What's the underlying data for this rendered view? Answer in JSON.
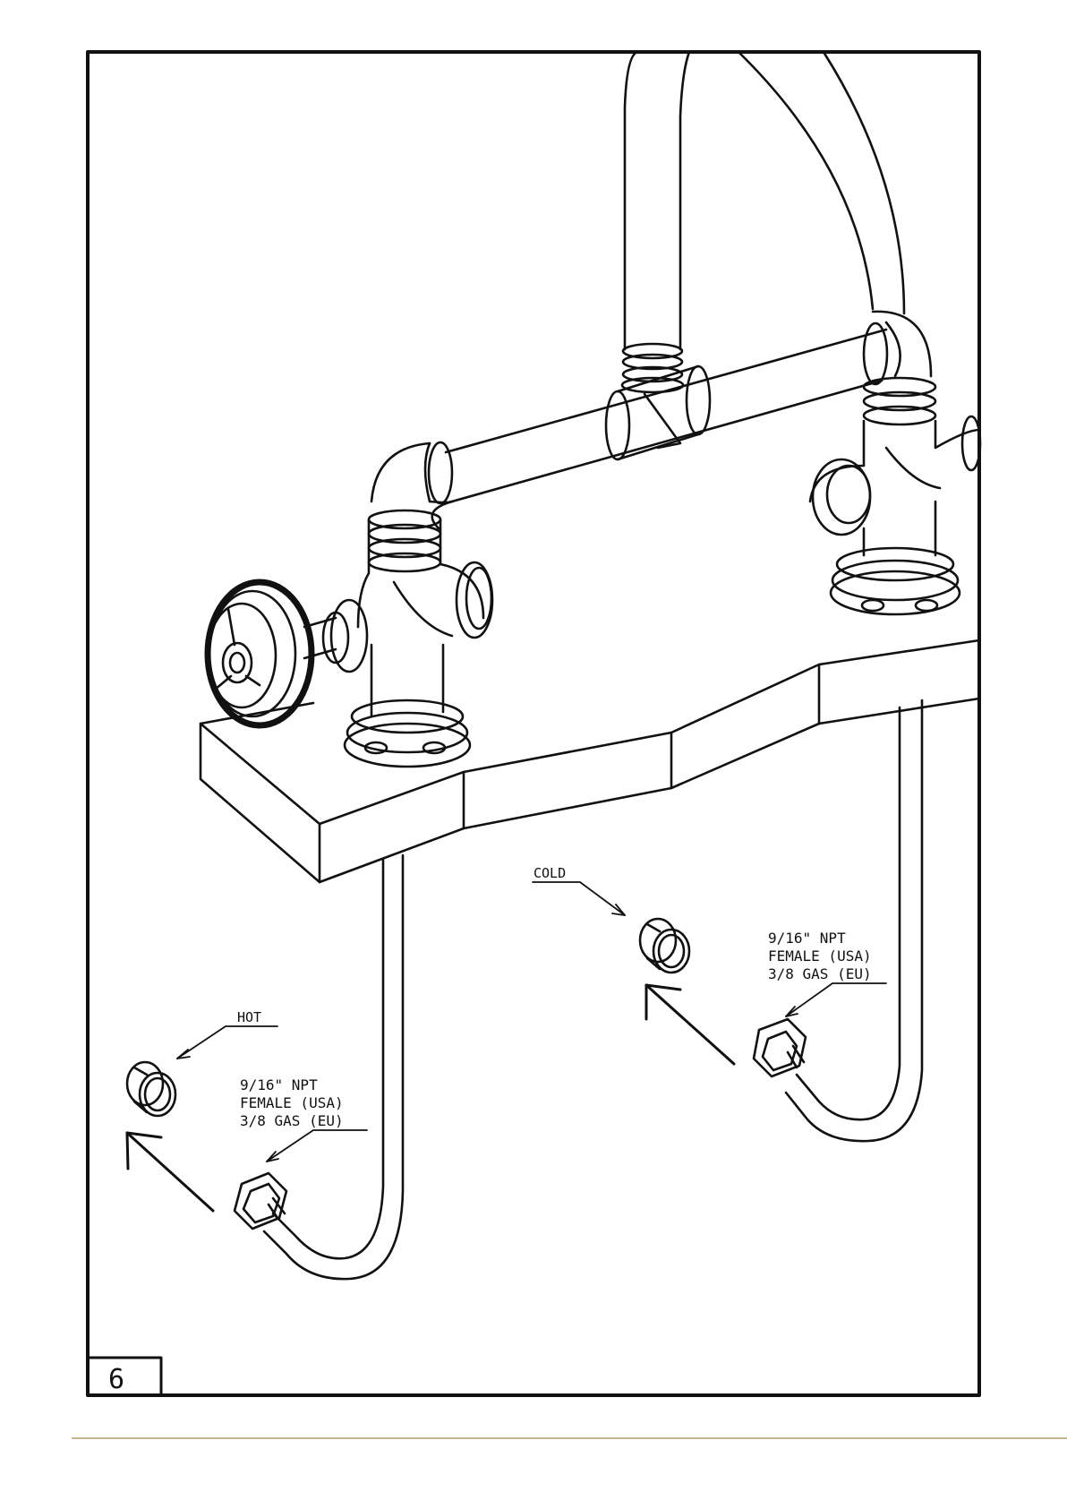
{
  "figure": {
    "step_number": "6",
    "cold_label": "COLD",
    "hot_label": "HOT",
    "right_connector_spec": [
      "9/16\" NPT",
      "FEMALE (USA)",
      "3/8 GAS (EU)"
    ],
    "left_connector_spec": [
      "9/16\" NPT",
      "FEMALE (USA)",
      "3/8 GAS (EU)"
    ]
  },
  "colors": {
    "ink": "#111111",
    "footer_rule": "#c9b48f"
  }
}
